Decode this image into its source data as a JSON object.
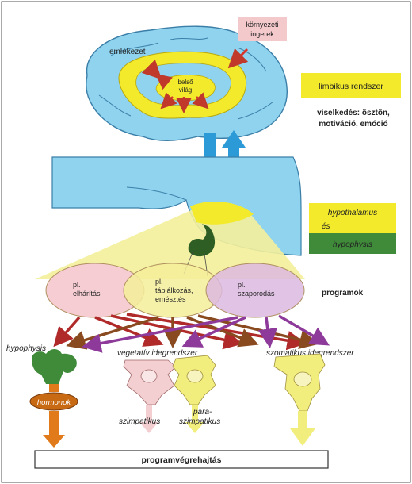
{
  "labels": {
    "env_stimuli_line1": "környezeti",
    "env_stimuli_line2": "ingerek",
    "memory": "emlékezet",
    "inner_world_line1": "belső",
    "inner_world_line2": "világ",
    "limbic_system": "limbikus rendszer",
    "behavior_line1": "viselkedés: ösztön,",
    "behavior_line2": "motiváció, emóció",
    "hypothalamus": "hypothalamus",
    "and": "és",
    "hypophysis_box": "hypophysis",
    "programs": "programok",
    "prog1_line1": "pl.",
    "prog1_line2": "elhárítás",
    "prog2_line1": "pl.",
    "prog2_line2": "táplálkozás,",
    "prog2_line3": "emésztés",
    "prog3_line1": "pl.",
    "prog3_line2": "szaporodás",
    "hypophysis_left": "hypophysis",
    "vegetative": "vegetatív idegrendszer",
    "somatic": "szomatikus idegrendszer",
    "hormones": "hormonok",
    "sympathetic": "szimpatikus",
    "parasympathetic_line1": "para-",
    "parasympathetic_line2": "szimpatikus",
    "execution": "programvégrehajtás"
  },
  "colors": {
    "brain_blue": "#8fd3ef",
    "limbic_yellow": "#f2ea2a",
    "arrow_red": "#d9342b",
    "arrow_blue": "#2c9ad6",
    "prog_pink": "#f6cdd2",
    "prog_yellow": "#f4ef9a",
    "prog_purple": "#dcb8e0",
    "hypophysis_green": "#3f8b3a",
    "hormone_orange": "#e07a1a",
    "cell_pink": "#f4cfd2",
    "cell_yellow": "#f2ee7e"
  }
}
